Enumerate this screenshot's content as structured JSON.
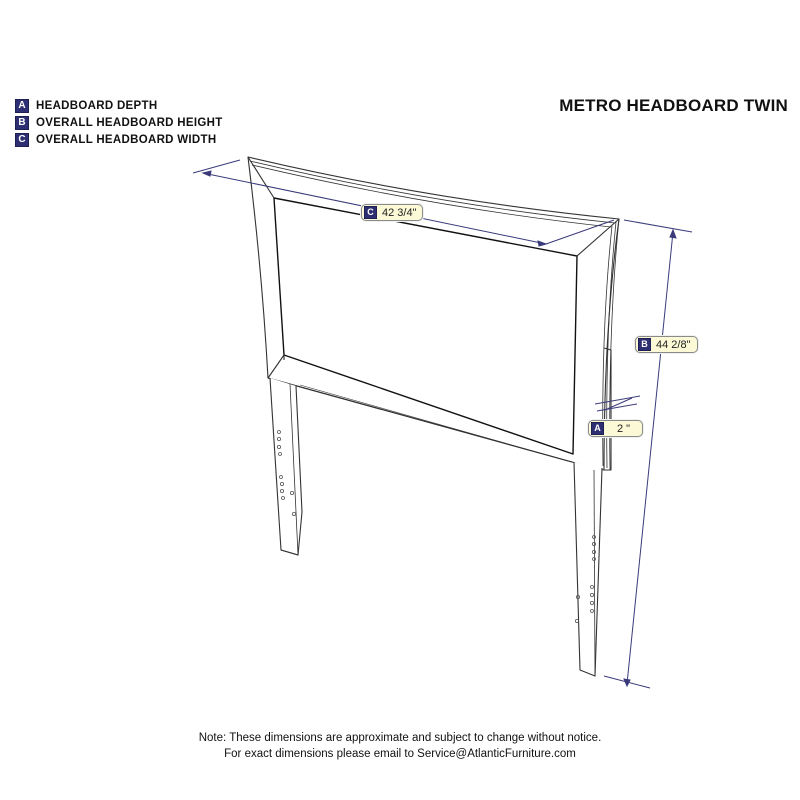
{
  "title": "METRO HEADBOARD TWIN",
  "legend": [
    {
      "key": "A",
      "label": "HEADBOARD DEPTH"
    },
    {
      "key": "B",
      "label": "OVERALL HEADBOARD HEIGHT"
    },
    {
      "key": "C",
      "label": "OVERALL HEADBOARD WIDTH"
    }
  ],
  "dimensions": {
    "width": {
      "key": "C",
      "value": "42 3/4\""
    },
    "height": {
      "key": "B",
      "value": "44 2/8\""
    },
    "depth": {
      "key": "A",
      "value": "2 \""
    }
  },
  "note": {
    "line1": "Note:  These dimensions are approximate and subject to change without notice.",
    "line2": "For exact dimensions please email to Service@AtlanticFurniture.com"
  },
  "colors": {
    "badge": "#2e2f72",
    "label_bg": "#fbf9d6",
    "dimension_line": "#3a3a7a",
    "outline": "#333333"
  }
}
